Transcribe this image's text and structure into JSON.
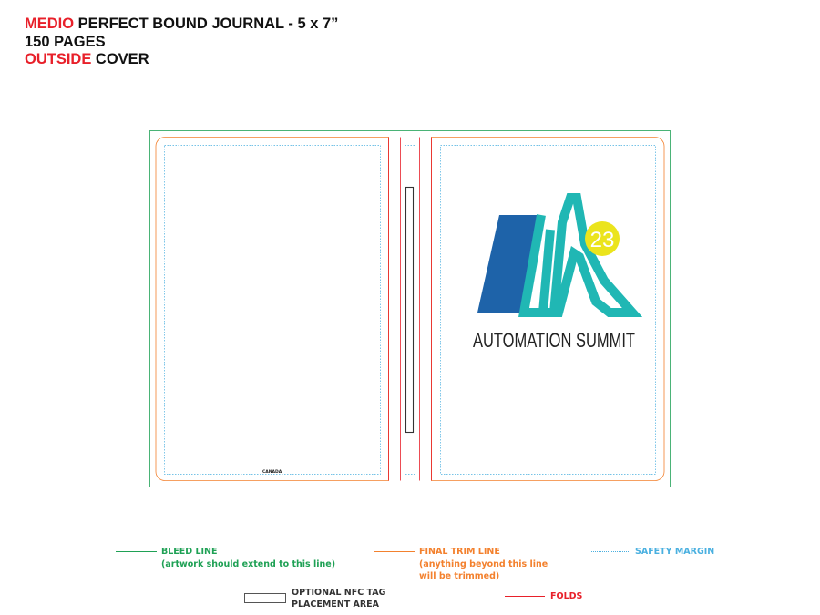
{
  "header": {
    "line1_highlight": "MEDIO",
    "line1_rest": " PERFECT BOUND JOURNAL - 5 x 7”",
    "line2": "150 PAGES",
    "line3_highlight": "OUTSIDE",
    "line3_rest": " COVER"
  },
  "cover": {
    "back_label": "CANADA",
    "logo": {
      "badge_number": "23",
      "title": "AUTOMATION SUMMIT",
      "colors": {
        "blue": "#1e63a9",
        "teal": "#20b7b4",
        "yellow": "#ebe41c",
        "text": "#222222"
      }
    }
  },
  "legend": {
    "bleed": {
      "title": "BLEED LINE",
      "note": "(artwork should extend to this line)",
      "color": "#1fa155"
    },
    "trim": {
      "title": "FINAL TRIM LINE",
      "note1": "(anything beyond this line",
      "note2": "will be trimmed)",
      "color": "#f3812e"
    },
    "safety": {
      "title": "SAFETY MARGIN",
      "color": "#4ab0e0"
    },
    "nfc": {
      "line1": "OPTIONAL NFC TAG",
      "line2": "PLACEMENT AREA",
      "color": "#333333"
    },
    "folds": {
      "title": "FOLDS",
      "color": "#e8202a"
    }
  }
}
